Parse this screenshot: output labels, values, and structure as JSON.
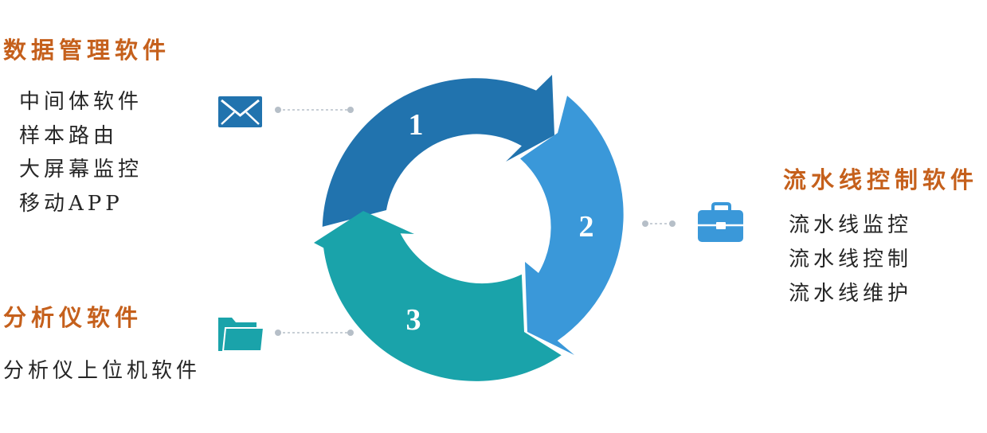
{
  "groups": [
    {
      "number": "1",
      "title": "数据管理软件",
      "items": [
        "中间体软件",
        "样本路由",
        "大屏幕监控",
        "移动APP"
      ],
      "icon": "envelope-icon"
    },
    {
      "number": "2",
      "title": "流水线控制软件",
      "items": [
        "流水线监控",
        "流水线控制",
        "流水线维护"
      ],
      "icon": "briefcase-icon"
    },
    {
      "number": "3",
      "title": "分析仪软件",
      "items": [
        "分析仪上位机软件"
      ],
      "icon": "folder-icon"
    }
  ],
  "colors": {
    "segment1": "#2173ae",
    "segment2": "#3a98d9",
    "segment3": "#1aa3aa",
    "heading": "#c5601c",
    "connector": "#b6bfc8"
  }
}
